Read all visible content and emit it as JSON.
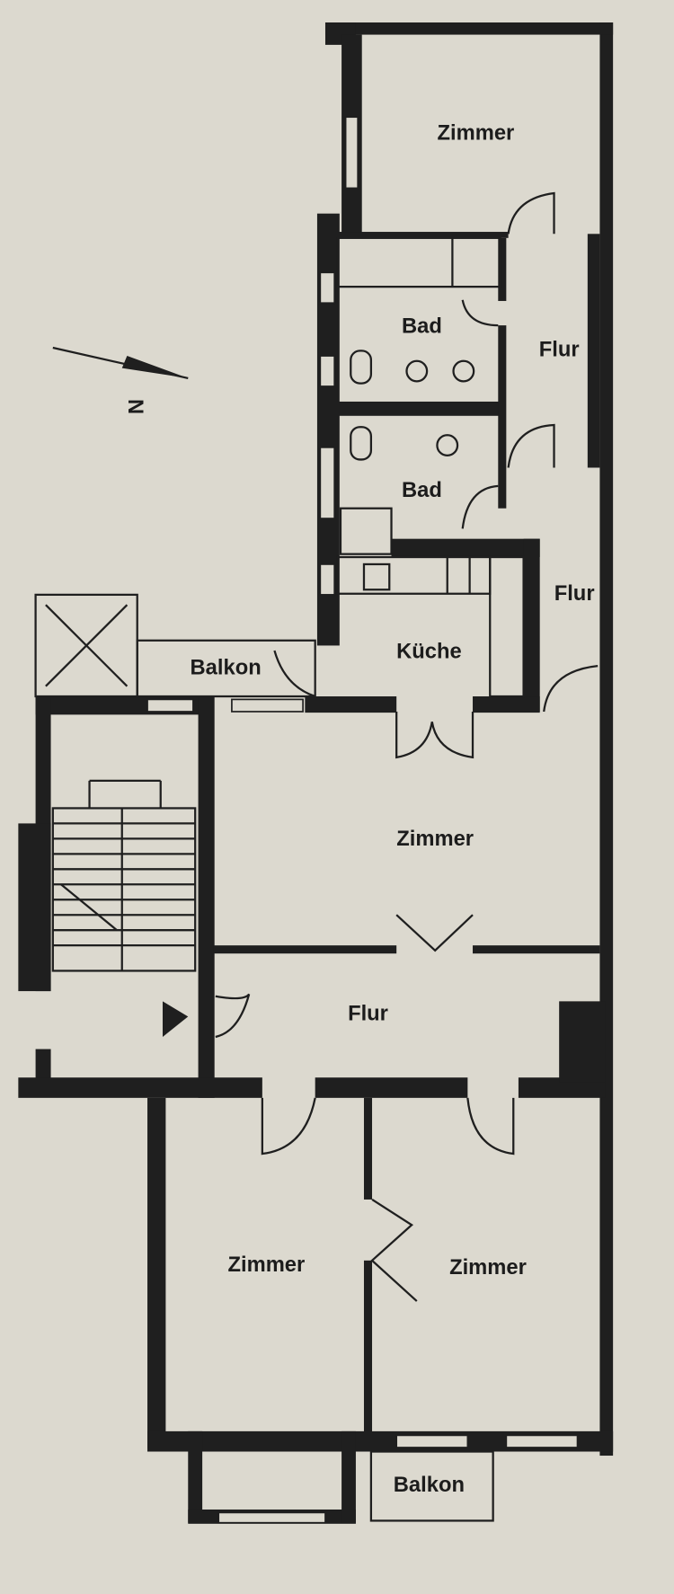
{
  "rooms": {
    "zimmer_top": "Zimmer",
    "bad_1": "Bad",
    "flur_1": "Flur",
    "bad_2": "Bad",
    "flur_2": "Flur",
    "kueche": "Küche",
    "balkon_1": "Balkon",
    "zimmer_mid": "Zimmer",
    "flur_main": "Flur",
    "zimmer_bottom_left": "Zimmer",
    "zimmer_bottom_right": "Zimmer",
    "balkon_2": "Balkon"
  },
  "north_label": "N",
  "colors": {
    "paper": "#dcd9cf",
    "ink": "#1f1f1f"
  }
}
